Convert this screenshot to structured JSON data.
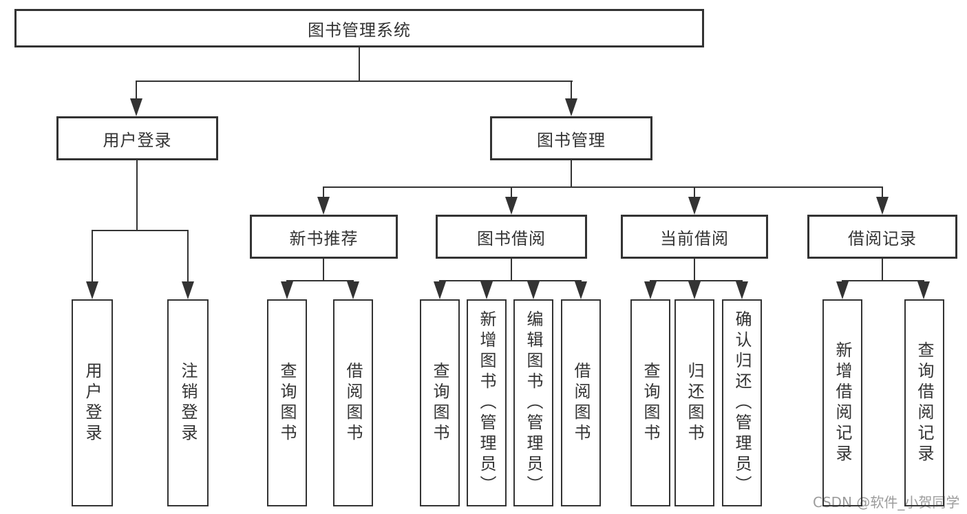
{
  "tree": {
    "root": {
      "label": "图书管理系统"
    },
    "children": [
      {
        "label": "用户登录",
        "children": [
          {
            "label": "用户登录"
          },
          {
            "label": "注销登录"
          }
        ]
      },
      {
        "label": "图书管理",
        "children": [
          {
            "label": "新书推荐",
            "children": [
              {
                "label": "查询图书"
              },
              {
                "label": "借阅图书"
              }
            ]
          },
          {
            "label": "图书借阅",
            "children": [
              {
                "label": "查询图书"
              },
              {
                "label": "新增图书（管理员）"
              },
              {
                "label": "编辑图书（管理员）"
              },
              {
                "label": "借阅图书"
              }
            ]
          },
          {
            "label": "当前借阅",
            "children": [
              {
                "label": "查询图书"
              },
              {
                "label": "归还图书"
              },
              {
                "label": "确认归还（管理员）"
              }
            ]
          },
          {
            "label": "借阅记录",
            "children": [
              {
                "label": "新增借阅记录"
              },
              {
                "label": "查询借阅记录"
              }
            ]
          }
        ]
      }
    ]
  },
  "watermark": {
    "text": "CSDN @软件_小贺同学"
  },
  "colors": {
    "line": "#333333",
    "text": "#333333",
    "watermark": "#9c9c9c",
    "background": "#ffffff"
  }
}
